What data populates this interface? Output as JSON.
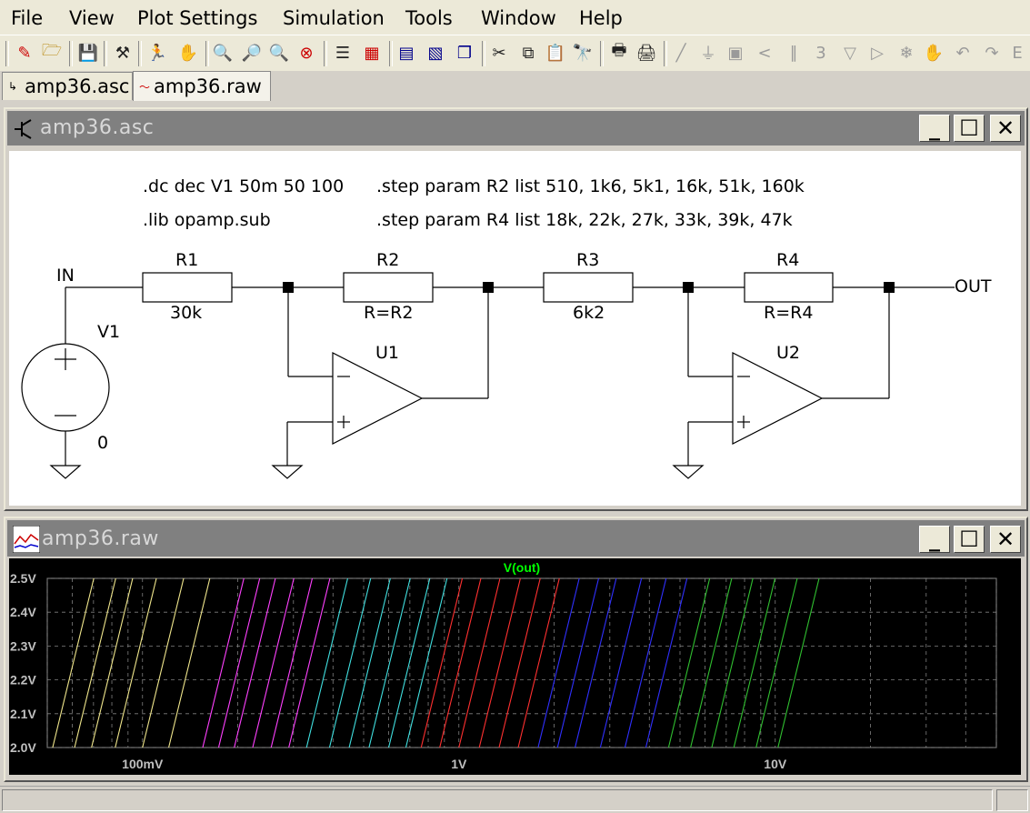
{
  "menu": {
    "file": "File",
    "view": "View",
    "plot_settings": "Plot Settings",
    "simulation": "Simulation",
    "tools": "Tools",
    "window": "Window",
    "help": "Help"
  },
  "tabs": [
    {
      "label": "amp36.asc"
    },
    {
      "label": "amp36.raw"
    }
  ],
  "schematic_window": {
    "title": "amp36.asc"
  },
  "schematic": {
    "directives": {
      "dc": ".dc dec V1 50m 50 100",
      "lib": ".lib opamp.sub",
      "step_r2": ".step param R2 list 510, 1k6, 5k1, 16k, 51k, 160k",
      "step_r4": ".step param R4 list 18k, 22k, 27k, 33k, 39k, 47k"
    },
    "components": {
      "r1_name": "R1",
      "r1_value": "30k",
      "r2_name": "R2",
      "r2_value": "R=R2",
      "r3_name": "R3",
      "r3_value": "6k2",
      "r4_name": "R4",
      "r4_value": "R=R4",
      "u1_name": "U1",
      "u2_name": "U2",
      "v1_name": "V1",
      "v1_value": "0",
      "net_in": "IN",
      "net_out": "OUT"
    }
  },
  "plot_window": {
    "title": "amp36.raw"
  },
  "chart_data": {
    "type": "line",
    "title": "V(out)",
    "title_color": "#00ff00",
    "xscale": "log",
    "xlim": [
      0.05,
      50
    ],
    "ylim": [
      2.0,
      2.5
    ],
    "grid": true,
    "y_ticks": [
      "2.5V",
      "2.4V",
      "2.3V",
      "2.2V",
      "2.1V",
      "2.0V"
    ],
    "y_tick_values": [
      2.5,
      2.4,
      2.3,
      2.2,
      2.1,
      2.0
    ],
    "x_ticks": [
      "100mV",
      "1V",
      "10V"
    ],
    "x_tick_values": [
      0.1,
      1,
      10
    ],
    "series_color_groups": [
      "#f0e68c",
      "#ff40ff",
      "#40e0e0",
      "#ff3030",
      "#3030ff",
      "#30c030"
    ],
    "note_series": "36 stepped traces, 6 per color group",
    "series_crossings_at_2_0V": [
      0.052,
      0.061,
      0.069,
      0.082,
      0.1,
      0.121,
      0.155,
      0.174,
      0.195,
      0.223,
      0.255,
      0.29,
      0.33,
      0.39,
      0.45,
      0.52,
      0.6,
      0.68,
      0.76,
      0.87,
      1.0,
      1.16,
      1.34,
      1.54,
      1.78,
      2.05,
      2.33,
      2.8,
      3.35,
      3.9,
      4.6,
      5.4,
      6.3,
      7.4,
      8.7,
      10.2
    ],
    "slope_decades_per_0_5V": 0.13
  },
  "colors": {
    "titlebar": "#808080",
    "schematic_bg": "#ffffff",
    "plot_bg": "#000000",
    "wire": "#000000",
    "grid": "#808080"
  }
}
